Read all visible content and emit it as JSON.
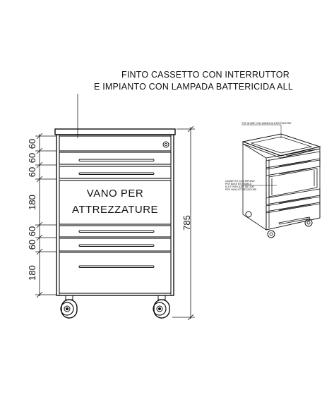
{
  "annotations": {
    "callout_line1": "FINTO CASSETTO CON INTERRUTTOR",
    "callout_line2": "E IMPIANTO CON LAMPADA BATTERICIDA ALL",
    "compartment_line1": "VANO PER",
    "compartment_line2": "ATTREZZATURE",
    "iso_top_note": "TOP IN MDF CON MANIGLIA D'ESTRAZIONE",
    "iso_drawer_note_1": "CASSETTO CON RIPIANO",
    "iso_drawer_note_2": "PER BASE ESTRAIBILE",
    "iso_drawer_note_3": "ELETTRIFICATO, A8 130O",
    "iso_drawer_note_4": "PER VANO ATTREZZATURE"
  },
  "dimensions": {
    "d1": "60",
    "d2": "60",
    "d3": "60",
    "d4": "180",
    "d5": "60",
    "d6": "60",
    "d7": "180",
    "total_height": "785"
  },
  "colors": {
    "line": "#111111",
    "background": "#ffffff"
  }
}
